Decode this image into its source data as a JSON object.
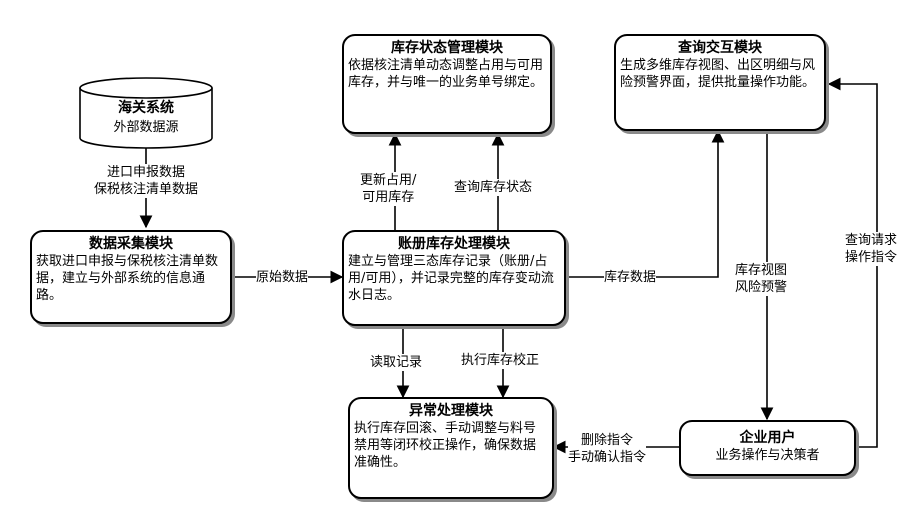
{
  "source": {
    "title": "海关系统",
    "subtitle": "外部数据源"
  },
  "modules": {
    "collect": {
      "title": "数据采集模块",
      "desc": "获取进口申报与保税核注清单数据，建立与外部系统的信息通路。"
    },
    "core": {
      "title": "账册库存处理模块",
      "desc": "建立与管理三态库存记录（账册/占用/可用），并记录完整的库存变动流水日志。"
    },
    "status": {
      "title": "库存状态管理模块",
      "desc": "依据核注清单动态调整占用与可用库存，并与唯一的业务单号绑定。"
    },
    "query": {
      "title": "查询交互模块",
      "desc": "生成多维库存视图、出区明细与风险预警界面，提供批量操作功能。"
    },
    "exception": {
      "title": "异常处理模块",
      "desc": "执行库存回滚、手动调整与料号禁用等闭环校正操作，确保数据准确性。"
    },
    "user": {
      "title": "企业用户",
      "subtitle": "业务操作与决策者"
    }
  },
  "edges": {
    "source_to_collect": [
      "进口申报数据",
      "保税核注清单数据"
    ],
    "collect_to_core": "原始数据",
    "core_to_status_update": [
      "更新占用/",
      "可用库存"
    ],
    "core_to_status_query": "查询库存状态",
    "core_to_query": "库存数据",
    "query_to_user": [
      "库存视图",
      "风险预警"
    ],
    "user_to_query": [
      "查询请求",
      "操作指令"
    ],
    "core_to_exception_read": "读取记录",
    "core_to_exception_exec": "执行库存校正",
    "user_to_exception": [
      "删除指令",
      "手动确认指令"
    ]
  }
}
